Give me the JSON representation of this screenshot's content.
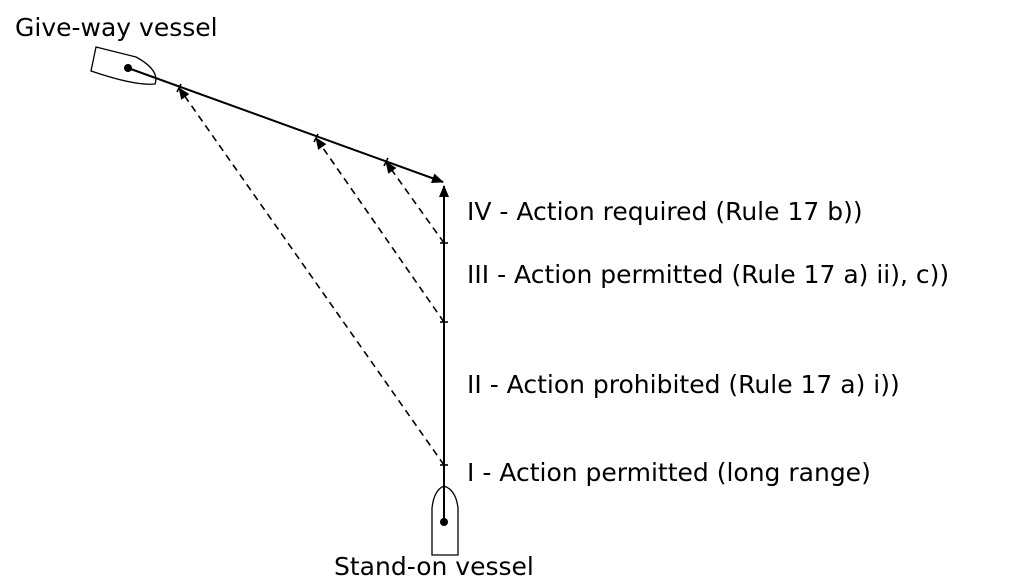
{
  "vessels": {
    "give_way": "Give-way vessel",
    "stand_on": "Stand-on vessel"
  },
  "stages": [
    {
      "id": "IV",
      "label": "IV - Action required (Rule 17 b))"
    },
    {
      "id": "III",
      "label": "III - Action permitted (Rule 17 a) ii), c))"
    },
    {
      "id": "II",
      "label": "II - Action prohibited (Rule 17 a) i))"
    },
    {
      "id": "I",
      "label": "I - Action permitted (long range)"
    }
  ]
}
